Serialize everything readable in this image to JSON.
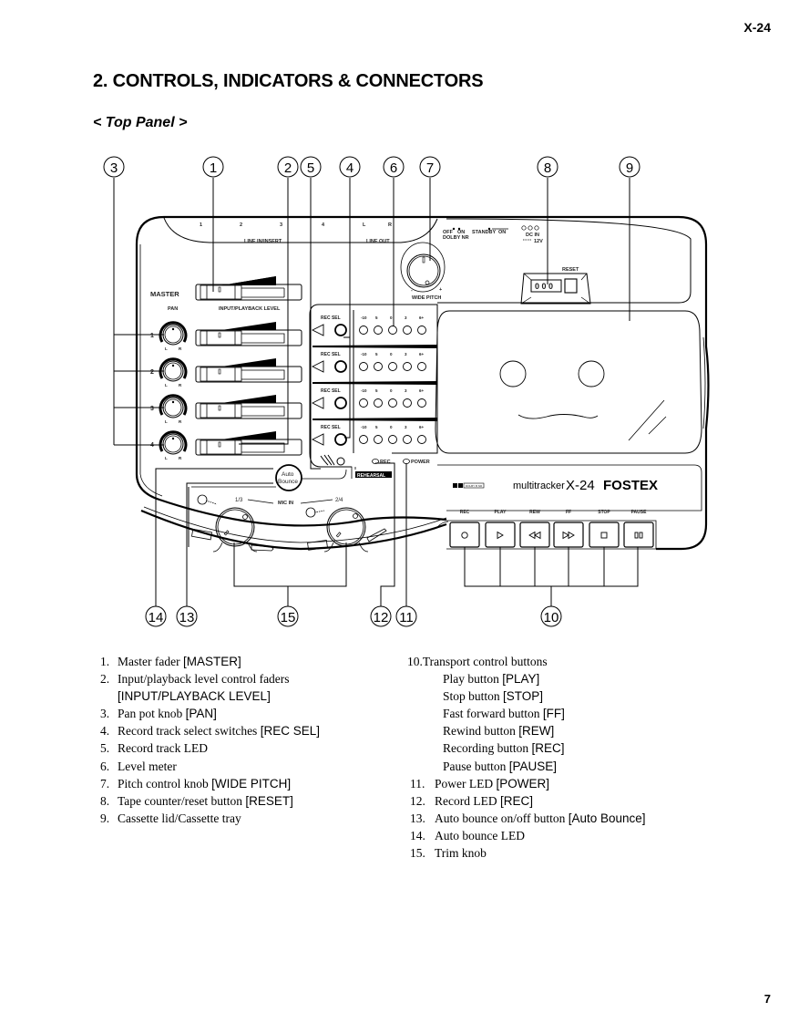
{
  "header": {
    "model": "X-24",
    "section_title": "2. CONTROLS, INDICATORS & CONNECTORS",
    "subtitle": "< Top Panel >"
  },
  "diagram": {
    "callouts_top": [
      "3",
      "1",
      "2",
      "5",
      "4",
      "6",
      "7",
      "8",
      "9"
    ],
    "callouts_bottom": [
      "14",
      "13",
      "15",
      "12",
      "11",
      "10"
    ],
    "panel_labels": {
      "jack_numbers": [
        "1",
        "2",
        "3",
        "4",
        "L",
        "R"
      ],
      "line_in_insert": "LINE IN/INSERT",
      "line_out": "LINE OUT",
      "dolby_off": "OFF",
      "dolby_on": "ON",
      "dolby_nr": "DOLBY NR",
      "standby": "STANDBY",
      "power_on": "ON",
      "dc_in": "DC IN",
      "dc_voltage": "12V",
      "reset": "RESET",
      "counter": "0 0 0",
      "master": "MASTER",
      "pan": "PAN",
      "input_playback_level": "INPUT/PLAYBACK LEVEL",
      "wide_pitch": "WIDE PITCH",
      "pitch_minus": "-",
      "pitch_plus": "+",
      "rec_sel": "REC SEL",
      "meter_scale": [
        "-10",
        "5",
        "0",
        "3",
        "6+"
      ],
      "track_numbers": [
        "1",
        "2",
        "3",
        "4"
      ],
      "pan_l": "L",
      "pan_r": "R",
      "rec_led": "REC",
      "power_led": "POWER",
      "auto_bounce_1": "Auto",
      "auto_bounce_2": "Bounce",
      "rehearsal": "REHEARSAL",
      "mic_in": "MIC IN",
      "mic_ch_a": "1/3",
      "mic_ch_b": "2/4",
      "brand_model": "multitracker",
      "brand_model_num": "X-24",
      "brand": "FOSTEX",
      "dolby_badge": "DOLBY B NR"
    },
    "transport_buttons": [
      {
        "label": "REC",
        "icon": "record-icon"
      },
      {
        "label": "PLAY",
        "icon": "play-icon"
      },
      {
        "label": "REW",
        "icon": "rewind-icon"
      },
      {
        "label": "FF",
        "icon": "fast-forward-icon"
      },
      {
        "label": "STOP",
        "icon": "stop-icon"
      },
      {
        "label": "PAUSE",
        "icon": "pause-icon"
      }
    ]
  },
  "legend_left": [
    {
      "num": "1.",
      "text": "Master fader ",
      "tag": "[MASTER]"
    },
    {
      "num": "2.",
      "text": "Input/playback level control faders",
      "tag": ""
    },
    {
      "num": "",
      "text": "",
      "tag": "[INPUT/PLAYBACK LEVEL]"
    },
    {
      "num": "3.",
      "text": "Pan pot knob ",
      "tag": "[PAN]"
    },
    {
      "num": "4.",
      "text": "Record track select switches ",
      "tag": "[REC SEL]"
    },
    {
      "num": "5.",
      "text": "Record track LED",
      "tag": ""
    },
    {
      "num": "6.",
      "text": "Level meter",
      "tag": ""
    },
    {
      "num": "7.",
      "text": "Pitch control knob ",
      "tag": "[WIDE PITCH]"
    },
    {
      "num": "8.",
      "text": "Tape counter/reset button ",
      "tag": "[RESET]"
    },
    {
      "num": "9.",
      "text": "Cassette lid/Cassette tray",
      "tag": ""
    }
  ],
  "legend_right": {
    "heading": "10.Transport control buttons",
    "sub_items": [
      {
        "text": "Play button ",
        "tag": "[PLAY]"
      },
      {
        "text": "Stop button ",
        "tag": "[STOP]"
      },
      {
        "text": "Fast forward button ",
        "tag": "[FF]"
      },
      {
        "text": "Rewind button ",
        "tag": "[REW]"
      },
      {
        "text": "Recording button ",
        "tag": "[REC]"
      },
      {
        "text": "Pause button ",
        "tag": "[PAUSE]"
      }
    ],
    "items": [
      {
        "num": "11.",
        "text": "Power LED ",
        "tag": "[POWER]"
      },
      {
        "num": "12.",
        "text": "Record LED ",
        "tag": "[REC]"
      },
      {
        "num": "13.",
        "text": "Auto bounce on/off button ",
        "tag": "[Auto Bounce]"
      },
      {
        "num": "14.",
        "text": "Auto bounce LED",
        "tag": ""
      },
      {
        "num": "15.",
        "text": "Trim knob",
        "tag": ""
      }
    ]
  },
  "footer": {
    "page_number": "7"
  }
}
